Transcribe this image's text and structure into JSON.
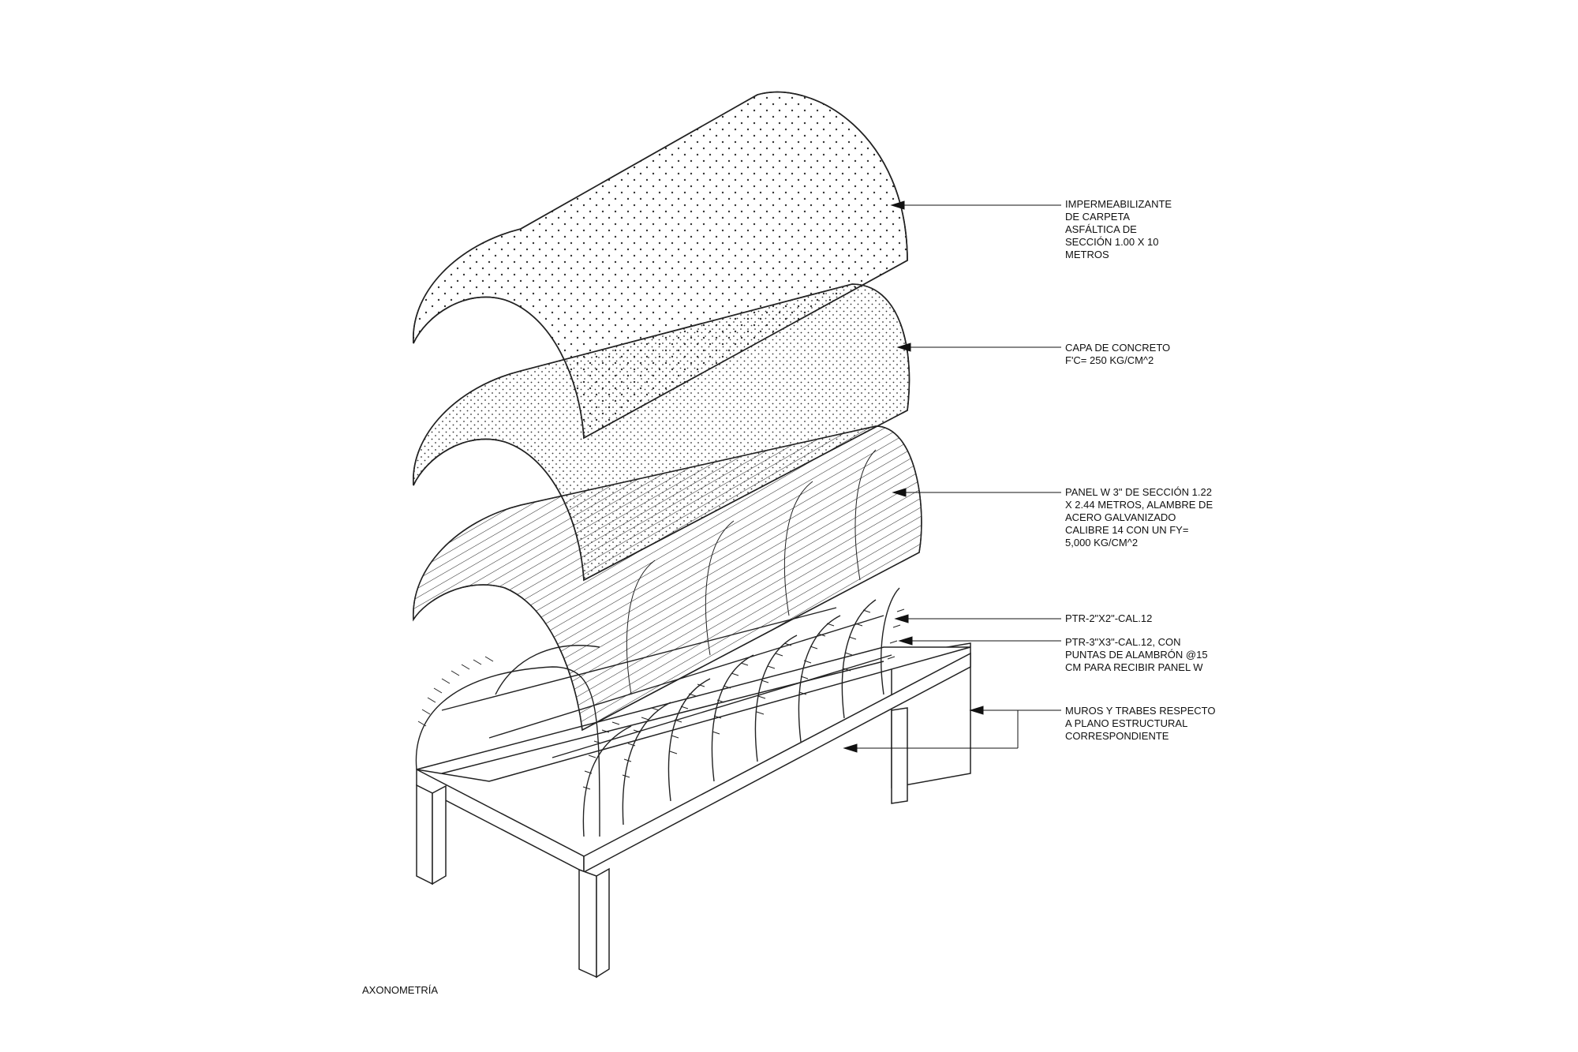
{
  "title": "AXONOMETRÍA",
  "labels": [
    {
      "id": "impermeabilizante",
      "lines": [
        "IMPERMEABILIZANTE",
        "DE CARPETA",
        "ASFÁLTICA DE",
        "SECCIÓN 1.00 X 10",
        "METROS"
      ]
    },
    {
      "id": "capa-concreto",
      "lines": [
        "CAPA DE CONCRETO",
        "F'C= 250 KG/CM^2"
      ]
    },
    {
      "id": "panel-w",
      "lines": [
        "PANEL W 3\" DE SECCIÓN 1.22",
        "X 2.44 METROS, ALAMBRE DE",
        "ACERO GALVANIZADO",
        "CALIBRE 14 CON UN FY=",
        "5,000 KG/CM^2"
      ]
    },
    {
      "id": "ptr-2x2",
      "lines": [
        "PTR-2\"X2\"-CAL.12"
      ]
    },
    {
      "id": "ptr-3x3",
      "lines": [
        "PTR-3\"X3\"-CAL.12, CON",
        "PUNTAS DE ALAMBRÓN @15",
        "CM PARA RECIBIR PANEL W"
      ]
    },
    {
      "id": "muros-trabes",
      "lines": [
        "MUROS Y TRABES RESPECTO",
        "A PLANO ESTRUCTURAL",
        "CORRESPONDIENTE"
      ]
    }
  ]
}
